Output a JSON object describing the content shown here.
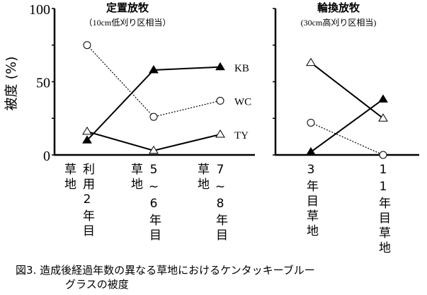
{
  "chart_data": [
    {
      "type": "line",
      "title": "定置放牧",
      "subtitle": "（10cm低刈り区相当）",
      "ylabel": "被度 (%)",
      "ylim": [
        0,
        100
      ],
      "yticks": [
        0,
        25,
        50,
        75,
        100
      ],
      "ytick_labels": [
        "0",
        "50",
        "100"
      ],
      "categories": [
        "草地利用2年目",
        "草地5~6年目",
        "草地7~8年目"
      ],
      "category_columns": [
        [
          "草地",
          "利用2年目"
        ],
        [
          "草地",
          "5~6年目"
        ],
        [
          "草地",
          "7~8年目"
        ]
      ],
      "series": [
        {
          "name": "KB",
          "marker": "filled-triangle",
          "line": "solid",
          "values": [
            10,
            58,
            60
          ]
        },
        {
          "name": "WC",
          "marker": "open-circle",
          "line": "dotted",
          "values": [
            75,
            26,
            37
          ]
        },
        {
          "name": "TY",
          "marker": "open-triangle",
          "line": "solid",
          "values": [
            16,
            3,
            14
          ]
        }
      ],
      "legend": "right-end labels"
    },
    {
      "type": "line",
      "title": "輪換放牧",
      "subtitle": "(30cm高刈り区相当)",
      "ylim": [
        0,
        100
      ],
      "yticks": [
        0,
        25,
        50,
        75,
        100
      ],
      "categories": [
        "3年目草地",
        "11年目草地"
      ],
      "category_columns": [
        [
          "3年目草地"
        ],
        [
          "11年目草地"
        ]
      ],
      "series": [
        {
          "name": "KB",
          "marker": "filled-triangle",
          "line": "solid",
          "values": [
            2,
            38
          ]
        },
        {
          "name": "WC",
          "marker": "open-circle",
          "line": "dotted",
          "values": [
            22,
            0
          ]
        },
        {
          "name": "TY",
          "marker": "open-triangle",
          "line": "solid",
          "values": [
            63,
            25
          ]
        }
      ]
    }
  ],
  "caption": {
    "line1": "図3. 造成後経過年数の異なる草地におけるケンタッキーブルー",
    "line2": "グラスの被度"
  }
}
